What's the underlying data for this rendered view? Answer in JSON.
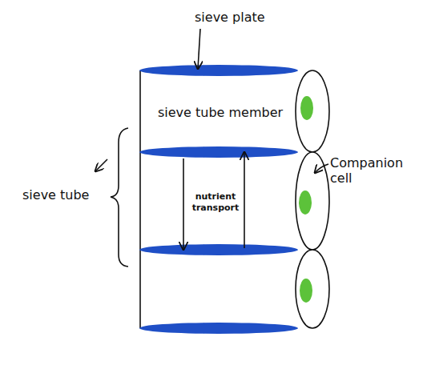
{
  "diagram": {
    "nodes": [
      {
        "text": [
          "sieve tube member"
        ]
      },
      {
        "text": [
          "nutrient transport"
        ]
      }
    ],
    "labels": [
      "sieve plate",
      "sieve tube",
      "Companion cell"
    ]
  }
}
